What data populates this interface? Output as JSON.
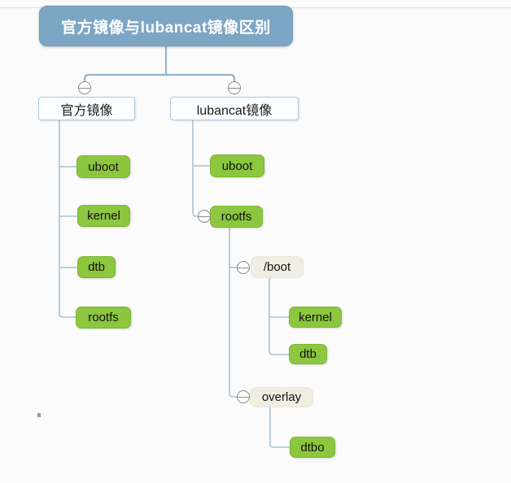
{
  "diagram": {
    "type": "mindmap-tree",
    "title": "官方镜像与lubancat镜像区别"
  },
  "tree": {
    "root": {
      "label": "官方镜像与lubancat镜像区别",
      "children": [
        {
          "label": "官方镜像",
          "children": [
            {
              "label": "uboot"
            },
            {
              "label": "kernel"
            },
            {
              "label": "dtb"
            },
            {
              "label": "rootfs"
            }
          ]
        },
        {
          "label": "lubancat镜像",
          "children": [
            {
              "label": "uboot"
            },
            {
              "label": "rootfs",
              "children": [
                {
                  "label": "/boot",
                  "children": [
                    {
                      "label": "kernel"
                    },
                    {
                      "label": "dtb"
                    }
                  ]
                },
                {
                  "label": "overlay",
                  "children": [
                    {
                      "label": "dtbo"
                    }
                  ]
                }
              ]
            }
          ]
        }
      ]
    }
  },
  "icons": {
    "collapse": "minus-circle"
  },
  "colors": {
    "background": "#fbfbfb",
    "root_fill": "#7ca6c4",
    "root_border": "#6e9aba",
    "root_text": "#ffffff",
    "branch_fill": "#fdfeff",
    "branch_border": "#aac9e2",
    "leaf_green_fill": "#8dc63f",
    "leaf_green_border": "#7eb534",
    "dir_beige_fill": "#f0ede3",
    "connector": "#a8c2d6",
    "collapse_icon": "#898989"
  }
}
